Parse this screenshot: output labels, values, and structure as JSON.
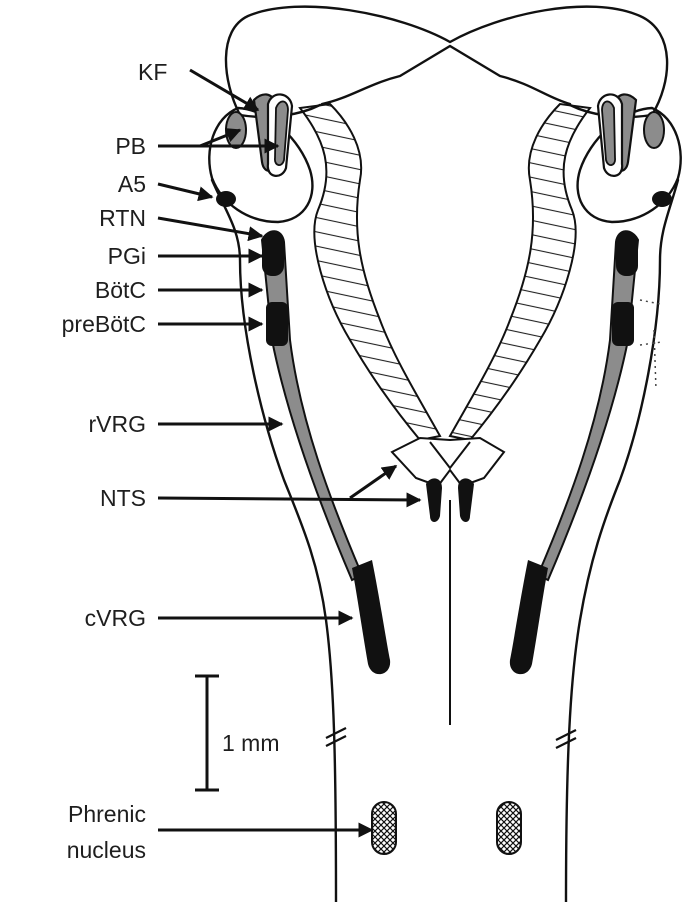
{
  "labels": {
    "kf": "KF",
    "pb": "PB",
    "a5": "A5",
    "rtn": "RTN",
    "pgi": "PGi",
    "botc": "BötC",
    "prebotc": "preBötC",
    "rvrg": "rVRG",
    "nts": "NTS",
    "cvrg": "cVRG",
    "phrenic_line1": "Phrenic",
    "phrenic_line2": "nucleus"
  },
  "scale_bar": {
    "label": "1 mm"
  },
  "colors": {
    "outline": "#111111",
    "gray_column": "#8c8c8c",
    "black_column": "#111111",
    "background": "#ffffff"
  }
}
